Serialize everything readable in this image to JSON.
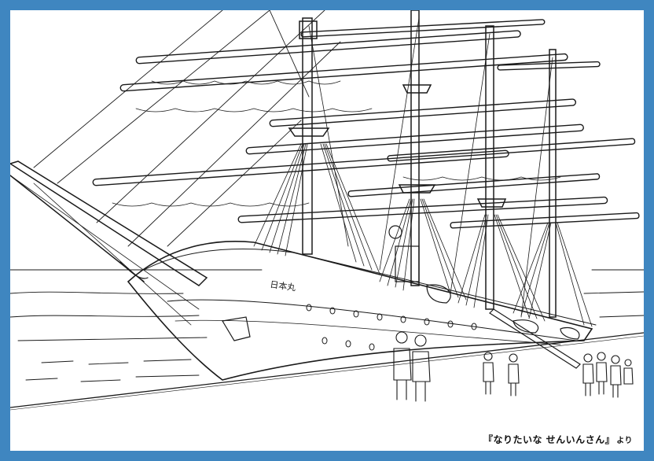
{
  "artwork": {
    "subject": "sailing-ship-coloring-page",
    "hull_name": "日本丸"
  },
  "credit": {
    "title": "『なりたいな せんいんさん』",
    "suffix": "より"
  },
  "colors": {
    "frame": "#3f86c0",
    "paper": "#ffffff",
    "ink": "#1a1a1a"
  }
}
